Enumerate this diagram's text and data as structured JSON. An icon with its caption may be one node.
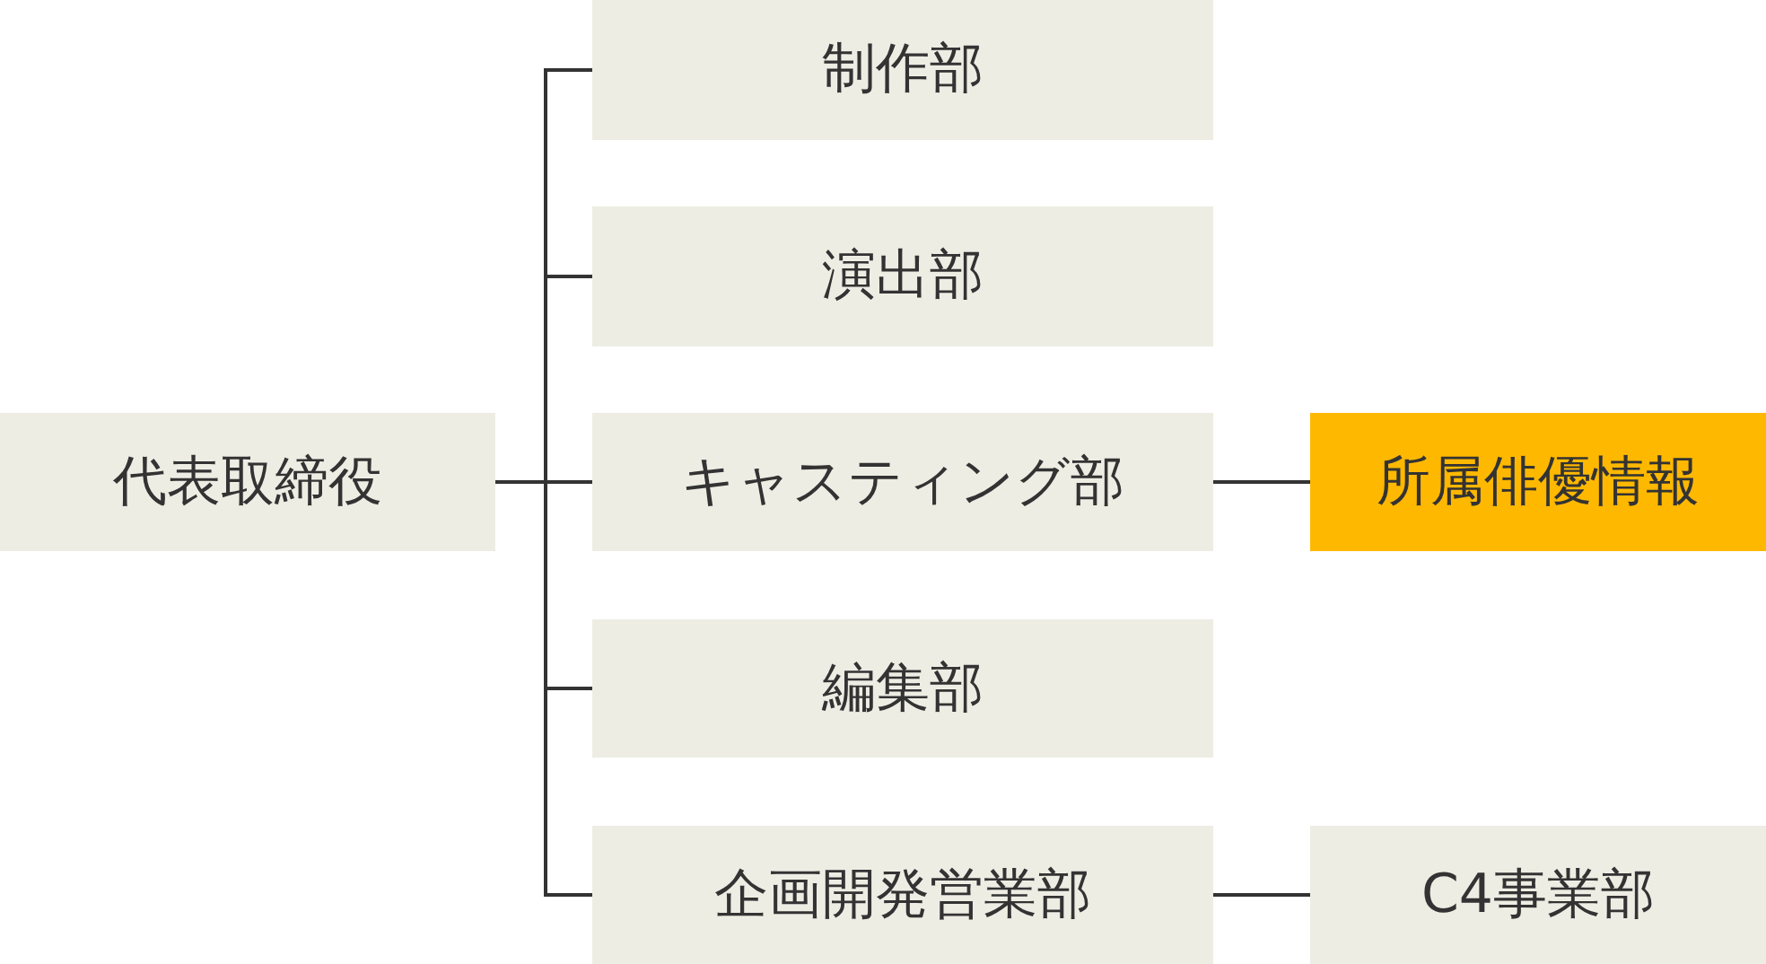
{
  "diagram": {
    "nodes": [
      {
        "text": [
          "代表取締役"
        ]
      },
      {
        "text": [
          "制作部"
        ]
      },
      {
        "text": [
          "演出部"
        ]
      },
      {
        "text": [
          "キャスティング部"
        ]
      },
      {
        "text": [
          "編集部"
        ]
      },
      {
        "text": [
          "企画開発営業部"
        ]
      },
      {
        "text": [
          "所属俳優情報"
        ]
      },
      {
        "text": [
          "C4事業部"
        ]
      }
    ],
    "edges": [
      {
        "from": 0,
        "to": 1,
        "arrow": "none"
      },
      {
        "from": 0,
        "to": 2,
        "arrow": "none"
      },
      {
        "from": 0,
        "to": 3,
        "arrow": "none"
      },
      {
        "from": 0,
        "to": 4,
        "arrow": "none"
      },
      {
        "from": 0,
        "to": 5,
        "arrow": "none"
      },
      {
        "from": 3,
        "to": 6,
        "arrow": "none"
      },
      {
        "from": 5,
        "to": 7,
        "arrow": "none"
      }
    ]
  }
}
